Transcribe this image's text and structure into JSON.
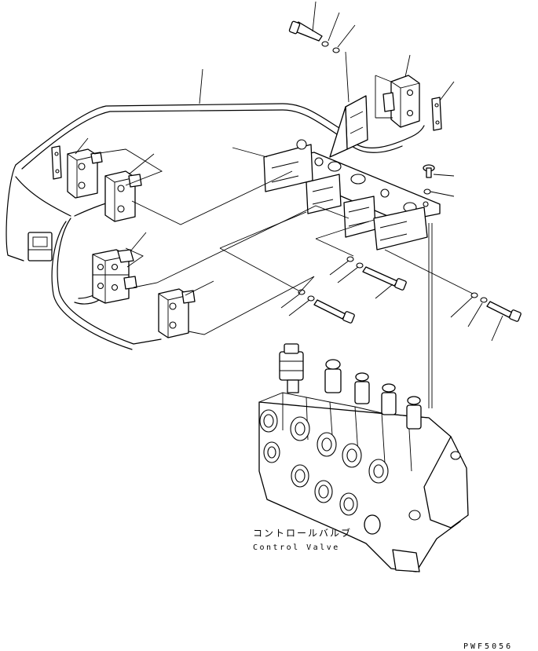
{
  "labels": {
    "component_jp": "コントロールバルブ",
    "component_en": "Control Valve",
    "drawing_code": "PWF5056"
  }
}
